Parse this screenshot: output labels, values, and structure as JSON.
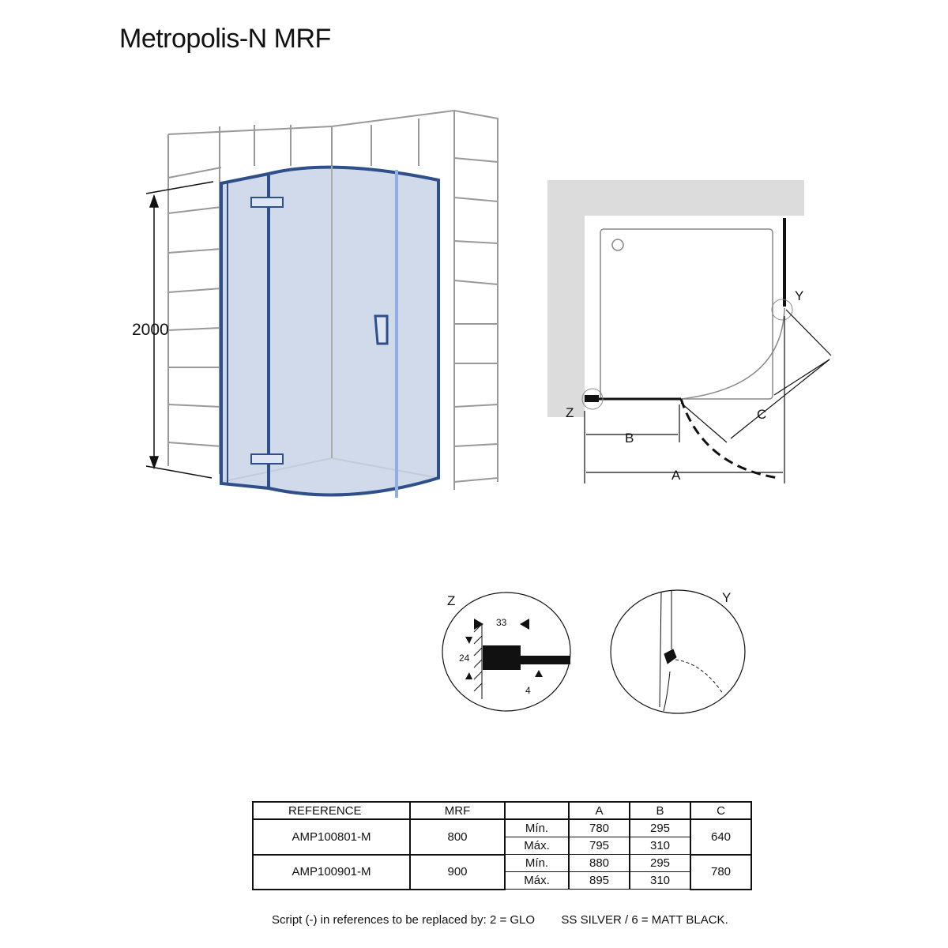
{
  "title": "Metropolis-N MRF",
  "perspective": {
    "height_label": "2000"
  },
  "plan": {
    "labels": {
      "y": "Y",
      "z": "Z",
      "a": "A",
      "b": "B",
      "c": "C"
    }
  },
  "details": {
    "z": {
      "label": "Z",
      "dim_width": "33",
      "dim_height": "24",
      "dim_glass": "4"
    },
    "y": {
      "label": "Y"
    }
  },
  "table": {
    "headers": [
      "REFERENCE",
      "MRF",
      "",
      "A",
      "B",
      "C"
    ],
    "rows": [
      {
        "reference": "AMP100801-M",
        "mrf": "800",
        "min_label": "Mín.",
        "max_label": "Máx.",
        "a_min": "780",
        "a_max": "795",
        "b_min": "295",
        "b_max": "310",
        "c": "640"
      },
      {
        "reference": "AMP100901-M",
        "mrf": "900",
        "min_label": "Mín.",
        "max_label": "Máx.",
        "a_min": "880",
        "a_max": "895",
        "b_min": "295",
        "b_max": "310",
        "c": "780"
      }
    ]
  },
  "note": "Script (-) in references to be replaced by: 2 = GLO        SS SILVER / 6 = MATT BLACK.",
  "colors": {
    "glass": "#c9d3e6",
    "frame": "#2e4f8a",
    "wall": "#dcdcdc"
  }
}
